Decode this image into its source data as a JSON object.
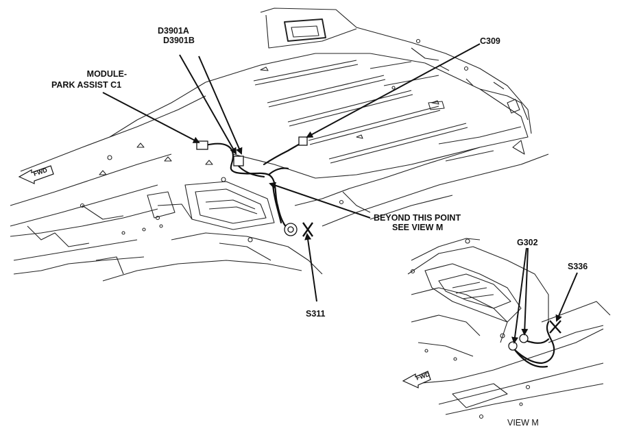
{
  "labels": {
    "d3901a": "D3901A",
    "d3901b": "D3901B",
    "c309": "C309",
    "module_line1": "MODULE-",
    "module_line2": "PARK ASSIST C1",
    "beyond_line1": "BEYOND THIS POINT",
    "beyond_line2": "SEE VIEW M",
    "s311": "S311",
    "g302": "G302",
    "s336": "S336",
    "view_m": "VIEW M",
    "fwd": "FWD"
  }
}
